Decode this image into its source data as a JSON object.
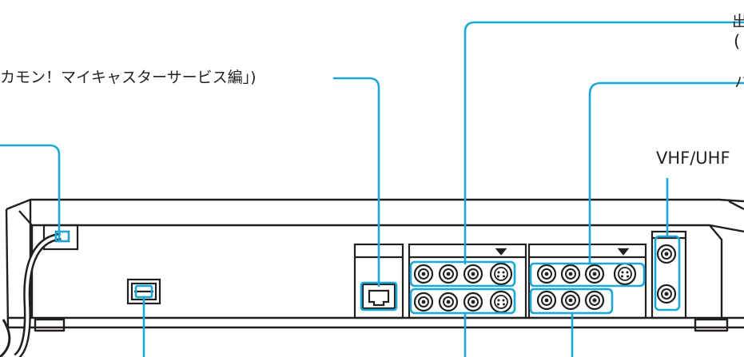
{
  "labels": {
    "top_right_line1": "出",
    "top_right_line2": "(",
    "mycaster_service": "カモン！マイキャスターサービス編」)",
    "right_mid": "ハ",
    "antenna": "VHF/UHF"
  },
  "colors": {
    "callout": "#1aa8d8",
    "outline": "#231f20",
    "panel_fill": "#ffffff"
  },
  "icons": [
    "modular-jack-icon",
    "power-switch-icon",
    "s-video-jack-icon",
    "rca-jack-icon",
    "antenna-jack-icon",
    "triangle-marker-icon"
  ]
}
